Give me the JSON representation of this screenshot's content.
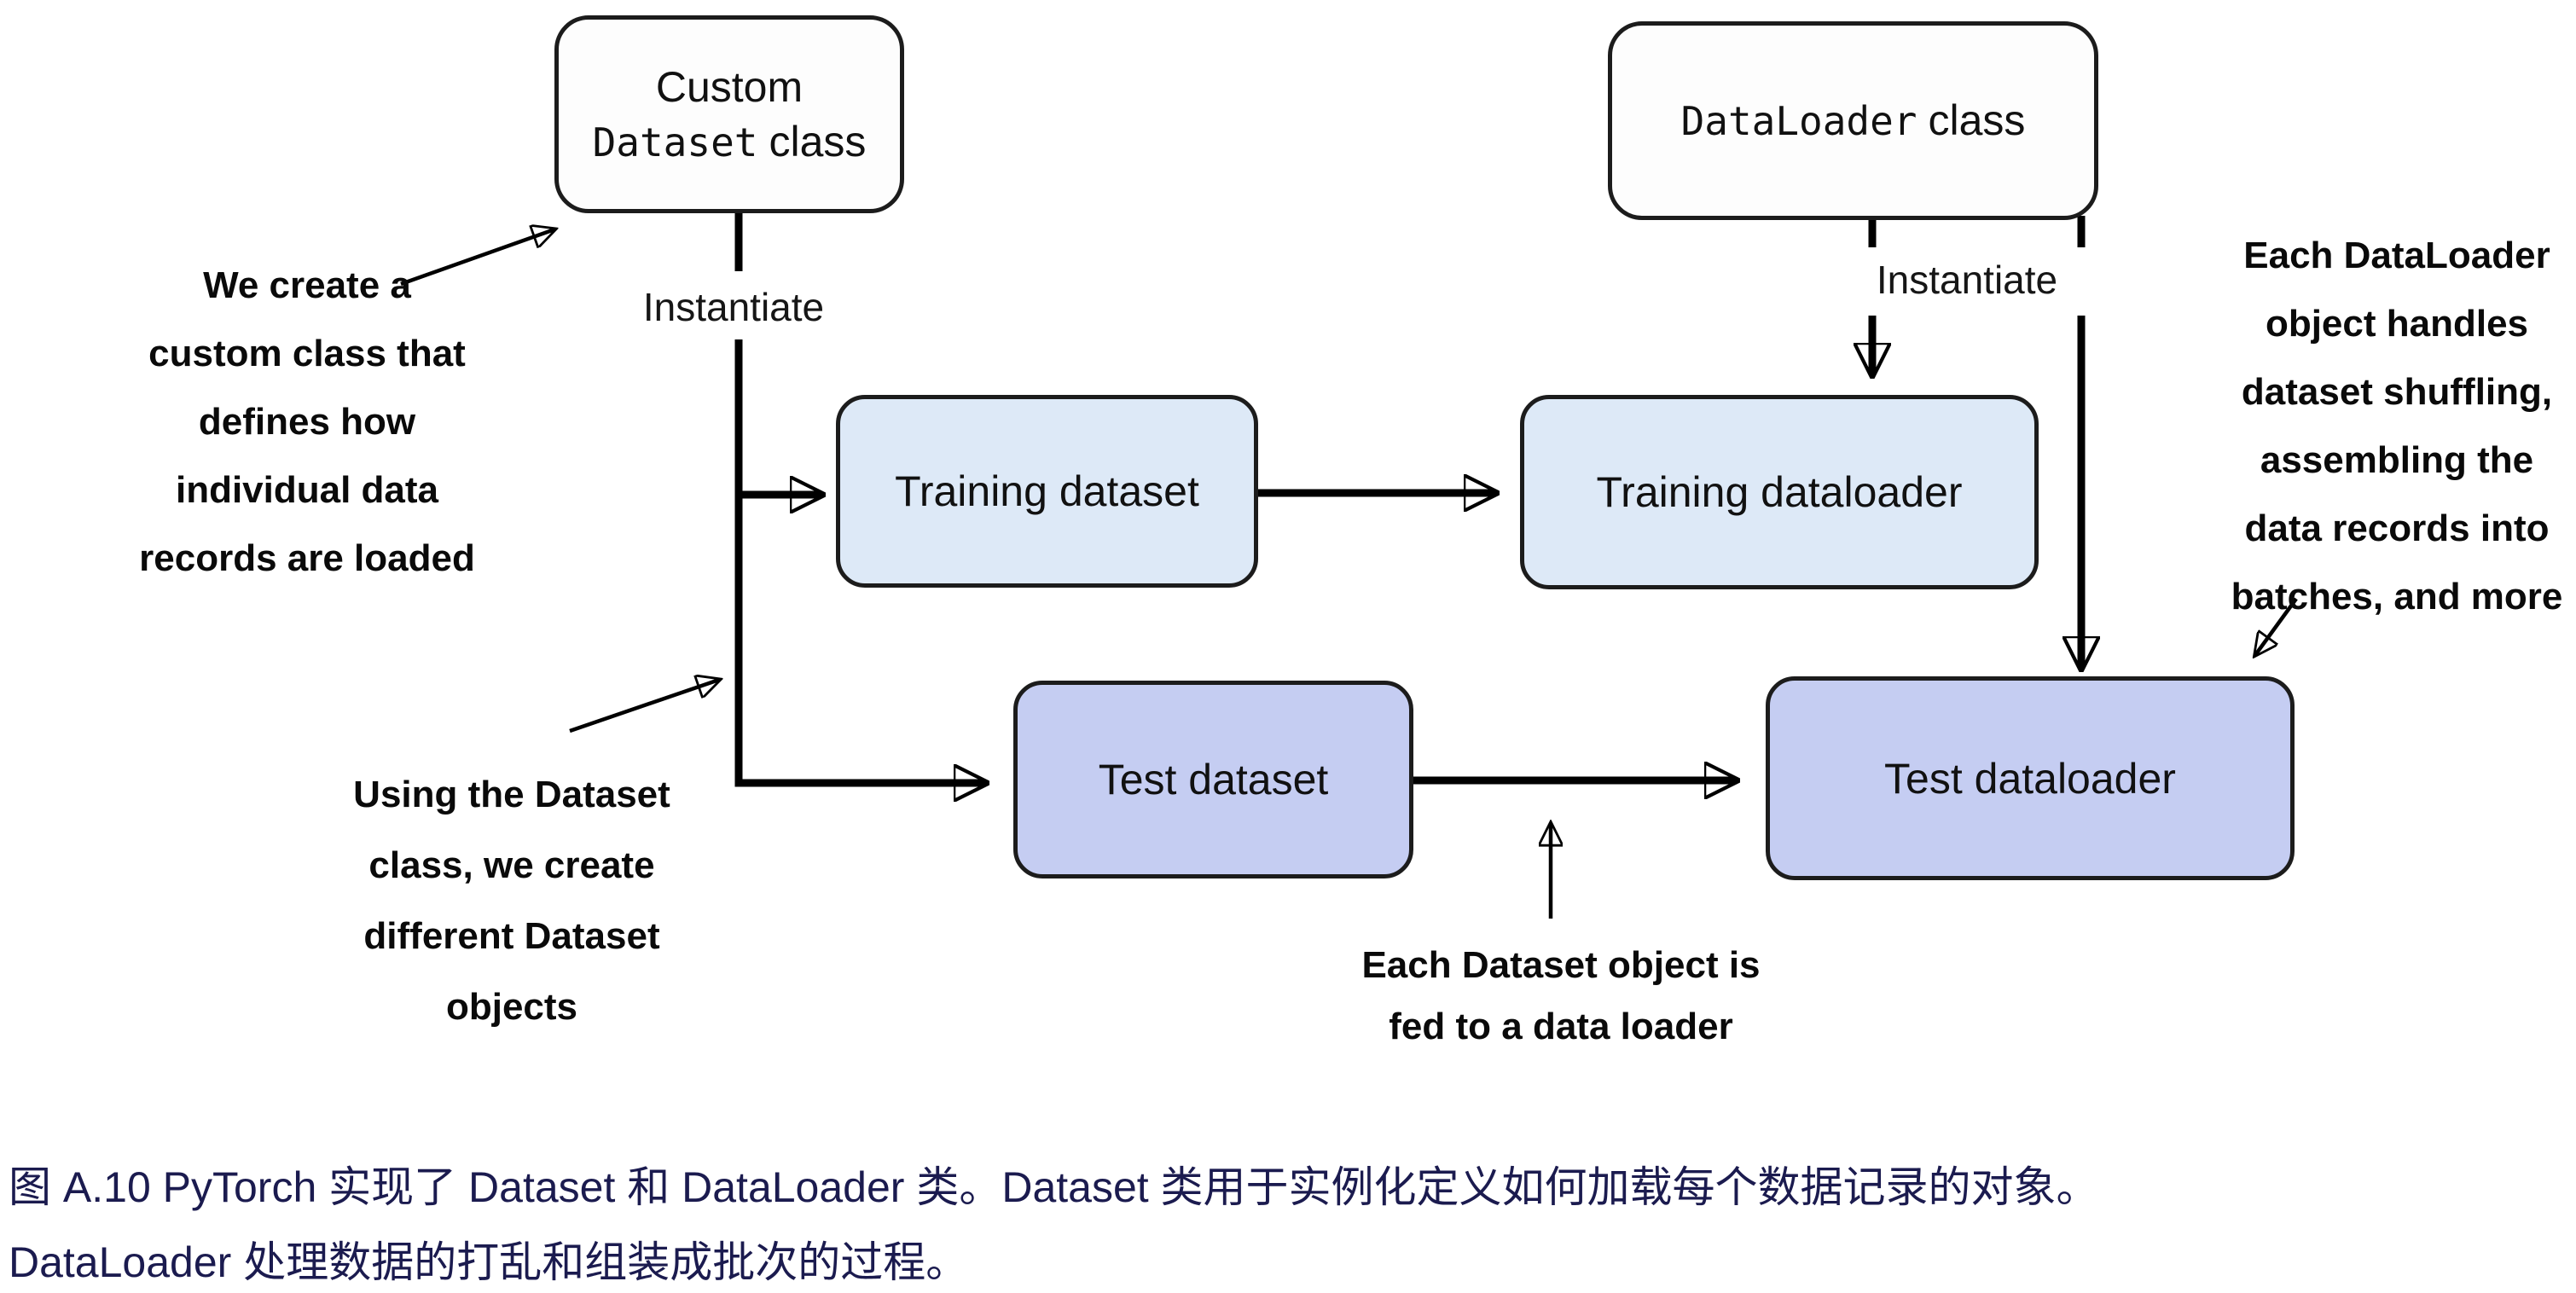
{
  "figure": {
    "boxes": {
      "custom_dataset_class": {
        "line1": "Custom",
        "code": "Dataset",
        "suffix": "class"
      },
      "dataloader_class": {
        "code": "DataLoader",
        "suffix": "class"
      },
      "training_dataset": {
        "label": "Training dataset"
      },
      "training_dataloader": {
        "label": "Training dataloader"
      },
      "test_dataset": {
        "label": "Test dataset"
      },
      "test_dataloader": {
        "label": "Test dataloader"
      }
    },
    "edge_labels": {
      "instantiate_left": "Instantiate",
      "instantiate_right": "Instantiate"
    },
    "annotations": {
      "custom_class_note": "We create a\ncustom class that\ndefines how\nindividual data\nrecords are loaded",
      "dataset_objects_note": "Using the Dataset\nclass, we create\ndifferent Dataset\nobjects",
      "dataset_fed_note": "Each Dataset object is\nfed to a data loader",
      "dataloader_note": "Each DataLoader\nobject handles\ndataset shuffling,\nassembling the\ndata records into\nbatches, and more"
    },
    "caption": {
      "line1": "图 A.10 PyTorch 实现了 Dataset 和 DataLoader 类。Dataset 类用于实例化定义如何加载每个数据记录的对象。",
      "line2": "DataLoader 处理数据的打乱和组装成批次的过程。"
    },
    "colors": {
      "box_light_blue": "#dde9f7",
      "box_periwinkle": "#c5cdf2",
      "box_white": "#fdfdfd",
      "box_border": "#1c1c1c",
      "arrow": "#000000",
      "caption_text": "#1b1b4f"
    }
  }
}
